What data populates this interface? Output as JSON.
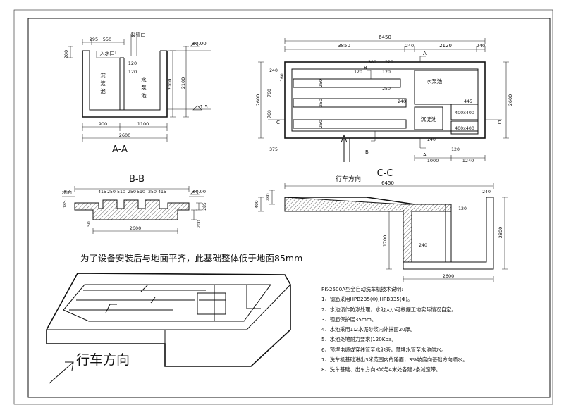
{
  "sections": {
    "aa": "A-A",
    "bb": "B-B",
    "cc": "C-C"
  },
  "aa_view": {
    "dims": [
      "295",
      "550",
      "200",
      "2000",
      "2100",
      "900",
      "1100",
      "2600",
      "120",
      "120"
    ],
    "labels": {
      "drain_pipe": "裂管口",
      "inlet": "入水口",
      "settling": [
        "沉",
        "淀",
        "池"
      ],
      "water": [
        "水",
        "泵",
        "池"
      ],
      "level_top": "±0.00",
      "level_bottom": "-1.5"
    }
  },
  "bb_view": {
    "ground": "地面",
    "dims": [
      "415",
      "250",
      "510",
      "250",
      "510",
      "250",
      "415",
      "2600",
      "50",
      "285",
      "200",
      "185"
    ],
    "level": "±0.00"
  },
  "cc_plan": {
    "top_dims": [
      "6450",
      "3850",
      "240",
      "2120",
      "240"
    ],
    "dims": [
      "240",
      "120",
      "380",
      "220",
      "120",
      "250",
      "250",
      "250",
      "250",
      "160",
      "760",
      "760",
      "2600",
      "2600",
      "445",
      "375",
      "240",
      "1000",
      "120",
      "1240",
      "240"
    ],
    "labels": {
      "pump": "水泵池",
      "settling": "沉淀池",
      "box1": "400x400",
      "box2": "400x400",
      "a": "A",
      "b": "B",
      "c": "C"
    },
    "direction": "行车方向"
  },
  "section_view": {
    "dims": [
      "6450",
      "240",
      "120",
      "2800",
      "1700",
      "240",
      "2600",
      "280",
      "400"
    ]
  },
  "note_main": "为了设备安装后与地面平齐，此基础整体低于地面85mm",
  "notes_title": "PK-2500A型全自动洗车机技术说明:",
  "notes": [
    "1、钢筋采用HPB235(Φ),HPB335(Φ)。",
    "2、水池须作防渗处理，水池大小可根据工地实际情况自定。",
    "3、钢筋保护层35mm。",
    "4、水池采用1:2水泥砂浆内外抹面20厚。",
    "5、水池处地耐力要求)120Kpa。",
    "6、预埋电缆或穿线管至水池旁，预埋水管至水池供水。",
    "7、洗车机基础进出3米范围内的路面，3%坡度向基础方向顺水。",
    "8、洗车基础、出车方向3米与4米处各建2条减速带。"
  ],
  "direction_label": "行车方向"
}
